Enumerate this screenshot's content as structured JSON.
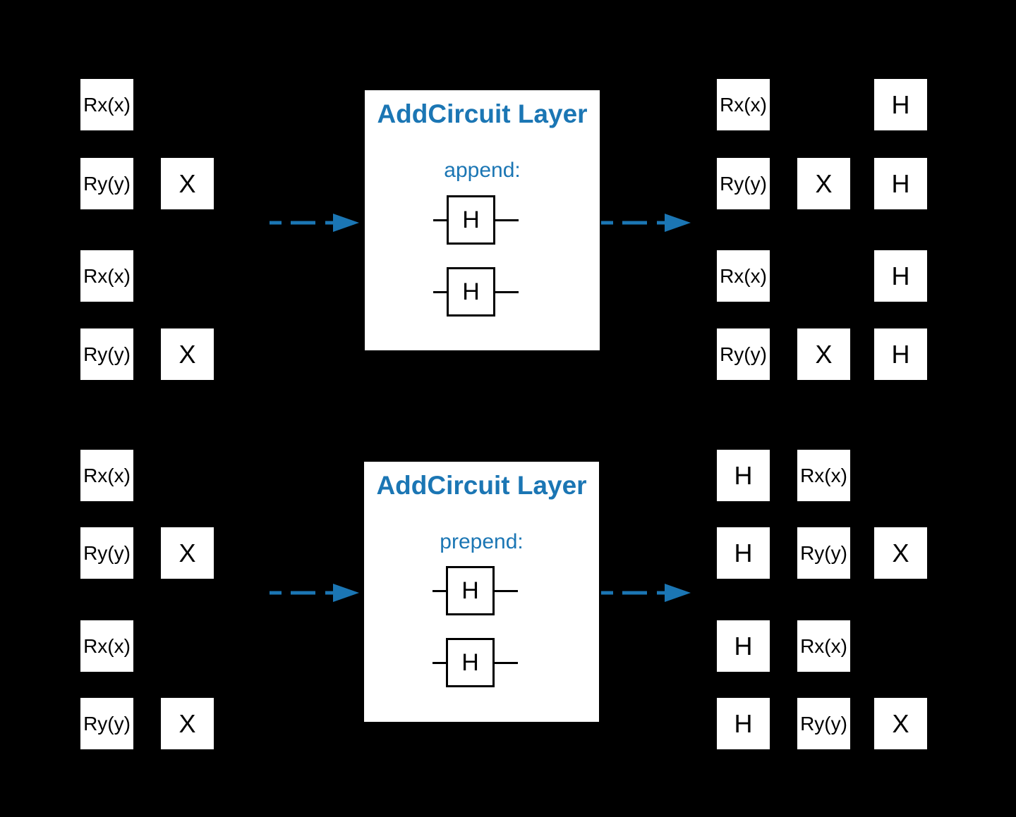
{
  "colors": {
    "background": "#000000",
    "accent": "#1b76b4",
    "panel_fill": "#ffffff",
    "gate_fill": "#ffffff",
    "gate_text": "#000000"
  },
  "panels": {
    "append": {
      "title": "AddCircuit Layer",
      "mode": "append:",
      "gates": [
        "H",
        "H"
      ]
    },
    "prepend": {
      "title": "AddCircuit Layer",
      "mode": "prepend:",
      "gates": [
        "H",
        "H"
      ]
    }
  },
  "circuits": {
    "top_input": {
      "rows": [
        [
          {
            "label": "Rx(x)",
            "col": 0
          }
        ],
        [
          {
            "label": "Ry(y)",
            "col": 0
          },
          {
            "label": "X",
            "col": 1
          }
        ],
        [
          {
            "label": "Rx(x)",
            "col": 0
          }
        ],
        [
          {
            "label": "Ry(y)",
            "col": 0
          },
          {
            "label": "X",
            "col": 1
          }
        ]
      ]
    },
    "top_output": {
      "rows": [
        [
          {
            "label": "Rx(x)",
            "col": 0
          },
          {
            "label": "H",
            "col": 2
          }
        ],
        [
          {
            "label": "Ry(y)",
            "col": 0
          },
          {
            "label": "X",
            "col": 1
          },
          {
            "label": "H",
            "col": 2
          }
        ],
        [
          {
            "label": "Rx(x)",
            "col": 0
          },
          {
            "label": "H",
            "col": 2
          }
        ],
        [
          {
            "label": "Ry(y)",
            "col": 0
          },
          {
            "label": "X",
            "col": 1
          },
          {
            "label": "H",
            "col": 2
          }
        ]
      ]
    },
    "bottom_input": {
      "rows": [
        [
          {
            "label": "Rx(x)",
            "col": 0
          }
        ],
        [
          {
            "label": "Ry(y)",
            "col": 0
          },
          {
            "label": "X",
            "col": 1
          }
        ],
        [
          {
            "label": "Rx(x)",
            "col": 0
          }
        ],
        [
          {
            "label": "Ry(y)",
            "col": 0
          },
          {
            "label": "X",
            "col": 1
          }
        ]
      ]
    },
    "bottom_output": {
      "rows": [
        [
          {
            "label": "H",
            "col": 0
          },
          {
            "label": "Rx(x)",
            "col": 1
          }
        ],
        [
          {
            "label": "H",
            "col": 0
          },
          {
            "label": "Ry(y)",
            "col": 1
          },
          {
            "label": "X",
            "col": 2
          }
        ],
        [
          {
            "label": "H",
            "col": 0
          },
          {
            "label": "Rx(x)",
            "col": 1
          }
        ],
        [
          {
            "label": "H",
            "col": 0
          },
          {
            "label": "Ry(y)",
            "col": 1
          },
          {
            "label": "X",
            "col": 2
          }
        ]
      ]
    }
  }
}
